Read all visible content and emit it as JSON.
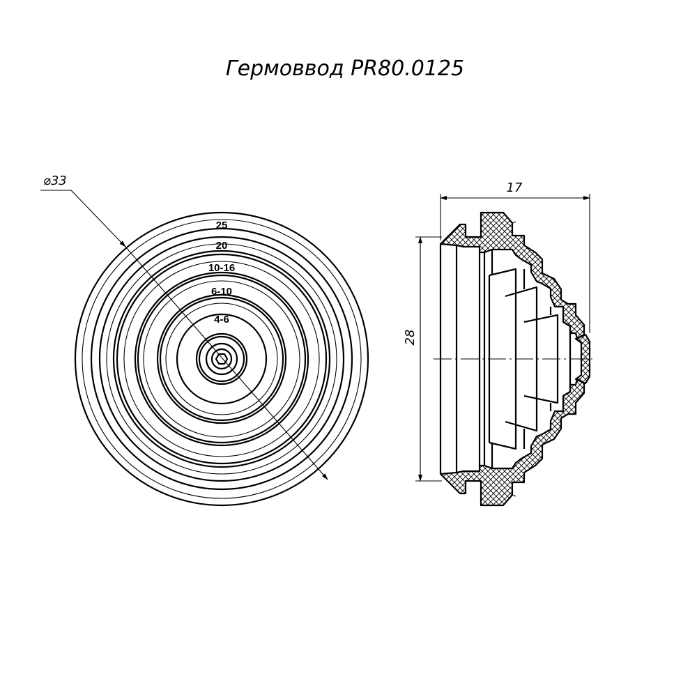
{
  "title": "Гермоввод PR80.0125",
  "dimensions": {
    "diameter": "⌀33",
    "height": "28",
    "width": "17"
  },
  "ring_labels": [
    "25",
    "20",
    "10-16",
    "6-10",
    "4-6"
  ]
}
